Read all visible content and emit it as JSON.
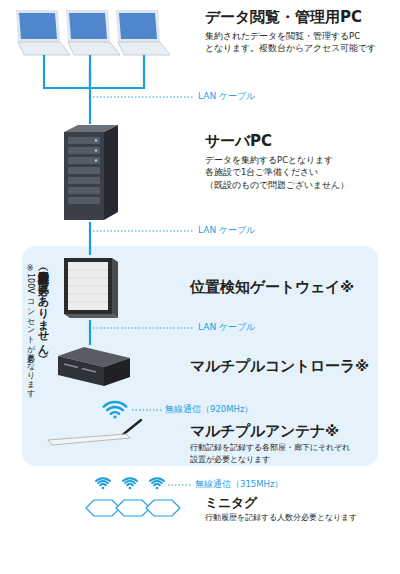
{
  "diagram": {
    "nodes": [
      {
        "text": [
          "データ閲覧・管理用PC",
          "集約されたデータを閲覧・管理するPC となります。複数台からアクセス可能です"
        ]
      },
      {
        "text": [
          "サーバPC",
          "データを集約するPCとなります 各施設で1台ご準備ください （既設のもので問題ございません）"
        ]
      },
      {
        "text": [
          "設置機器（工事の必要はありません）",
          "※100Vコンセントが必要となります"
        ]
      },
      {
        "text": [
          "位置検知ゲートウェイ※"
        ],
        "in": 2
      },
      {
        "text": [
          "マルチプルコントローラ※"
        ],
        "in": 2
      },
      {
        "text": [
          "マルチプルアンテナ※",
          "行動記録を記録する各部屋・廊下にそれぞれ 設置が必要となります"
        ],
        "in": 2
      },
      {
        "text": [
          "ミニタグ",
          "行動履歴を記録する人数分必要となります"
        ]
      }
    ],
    "edges": [
      {
        "from": 0,
        "to": 1,
        "label": "LAN ケーブル",
        "arrow": "none"
      },
      {
        "from": 1,
        "to": 3,
        "label": "LAN ケーブル",
        "arrow": "none"
      },
      {
        "from": 3,
        "to": 4,
        "label": "LAN ケーブル",
        "arrow": "none"
      }
    ],
    "labels": [
      "無線通信（920MHz）",
      "無線通信（315MHz）"
    ]
  }
}
